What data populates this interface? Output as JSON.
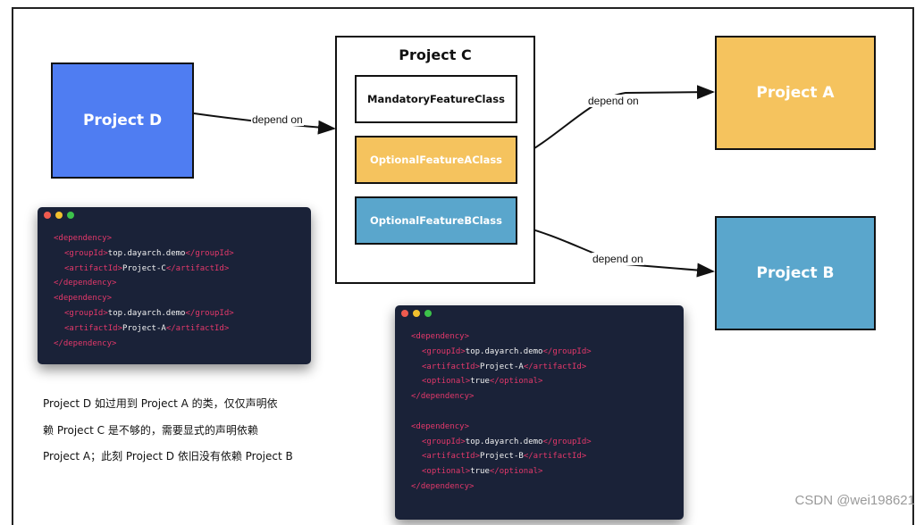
{
  "projects": {
    "d": "Project D",
    "c": "Project C",
    "a": "Project A",
    "b": "Project B"
  },
  "classes": {
    "mandatory": "MandatoryFeatureClass",
    "optional_a": "OptionalFeatureAClass",
    "optional_b": "OptionalFeatureBClass"
  },
  "edges": {
    "d_to_c": "depend on",
    "a_edge": "depend on",
    "b_edge": "depend on"
  },
  "code_block_1": {
    "lines": [
      {
        "indent": 0,
        "tag_open": "<dependency>",
        "text": "",
        "tag_close": ""
      },
      {
        "indent": 1,
        "tag_open": "<groupId>",
        "text": "top.dayarch.demo",
        "tag_close": "</groupId>"
      },
      {
        "indent": 1,
        "tag_open": "<artifactId>",
        "text": "Project-C",
        "tag_close": "</artifactId>"
      },
      {
        "indent": 0,
        "tag_open": "</dependency>",
        "text": "",
        "tag_close": ""
      },
      {
        "indent": 0,
        "tag_open": "<dependency>",
        "text": "",
        "tag_close": ""
      },
      {
        "indent": 1,
        "tag_open": "<groupId>",
        "text": "top.dayarch.demo",
        "tag_close": "</groupId>"
      },
      {
        "indent": 1,
        "tag_open": "<artifactId>",
        "text": "Project-A",
        "tag_close": "</artifactId>"
      },
      {
        "indent": 0,
        "tag_open": "</dependency>",
        "text": "",
        "tag_close": ""
      }
    ]
  },
  "code_block_2": {
    "lines": [
      {
        "indent": 0,
        "tag_open": "<dependency>",
        "text": "",
        "tag_close": ""
      },
      {
        "indent": 1,
        "tag_open": "<groupId>",
        "text": "top.dayarch.demo",
        "tag_close": "</groupId>"
      },
      {
        "indent": 1,
        "tag_open": "<artifactId>",
        "text": "Project-A",
        "tag_close": "</artifactId>"
      },
      {
        "indent": 1,
        "tag_open": "<optional>",
        "text": "true",
        "tag_close": "</optional>"
      },
      {
        "indent": 0,
        "tag_open": "</dependency>",
        "text": "",
        "tag_close": ""
      },
      {
        "indent": 0,
        "tag_open": "",
        "text": "",
        "tag_close": ""
      },
      {
        "indent": 0,
        "tag_open": "<dependency>",
        "text": "",
        "tag_close": ""
      },
      {
        "indent": 1,
        "tag_open": "<groupId>",
        "text": "top.dayarch.demo",
        "tag_close": "</groupId>"
      },
      {
        "indent": 1,
        "tag_open": "<artifactId>",
        "text": "Project-B",
        "tag_close": "</artifactId>"
      },
      {
        "indent": 1,
        "tag_open": "<optional>",
        "text": "true",
        "tag_close": "</optional>"
      },
      {
        "indent": 0,
        "tag_open": "</dependency>",
        "text": "",
        "tag_close": ""
      }
    ]
  },
  "note": {
    "line1": "Project D 如过用到 Project A 的类，仅仅声明依",
    "line2": "赖 Project C 是不够的，需要显式的声明依赖",
    "line3": "Project A；此刻 Project D 依旧没有依赖 Project B"
  },
  "watermark": "CSDN @wei198621",
  "colors": {
    "project_d": "#4f7df2",
    "project_a": "#f5c35e",
    "project_b": "#5aa6cc",
    "code_bg": "#1a2238",
    "code_tag": "#e3386a"
  }
}
